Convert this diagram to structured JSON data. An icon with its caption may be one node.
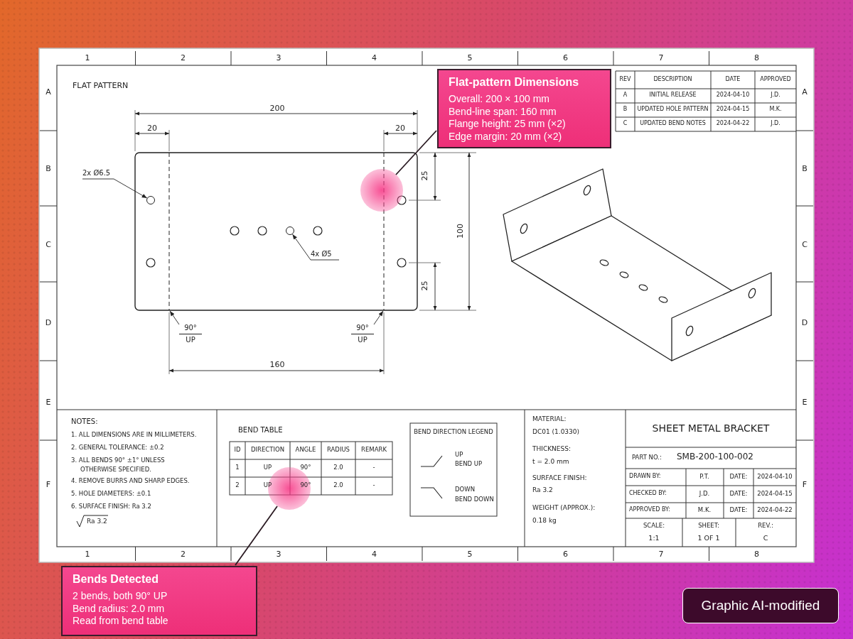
{
  "diagram": {
    "nodes": [
      {
        "text": [
          "Flat-pattern Dimensions",
          "Overall: 200 × 100 mm",
          "Bend-line span: 160 mm",
          "Flange height: 25 mm (×2)",
          "Edge margin: 20 mm (×2)"
        ]
      },
      {
        "text": [],
        "shape": "circle"
      },
      {
        "text": [
          "Bends Detected",
          "2 bends, both 90° UP",
          "Bend radius: 2.0 mm",
          "Read from bend table"
        ]
      },
      {
        "text": [],
        "shape": "circle"
      },
      {
        "text": [
          "2x Ø6.5"
        ]
      },
      {
        "text": [],
        "shape": "circle"
      },
      {
        "text": [
          "4x Ø5"
        ]
      },
      {
        "text": [],
        "shape": "circle"
      },
      {
        "text": [
          "90°",
          "UP"
        ]
      },
      {
        "text": [
          "90°",
          "UP"
        ]
      }
    ],
    "edges": [
      {
        "from": 0,
        "to": 1,
        "arrow": "none"
      },
      {
        "from": 2,
        "to": 3,
        "arrow": "none"
      },
      {
        "from": 4,
        "to": 5,
        "arrow": "to"
      },
      {
        "from": 6,
        "to": 7,
        "arrow": "to"
      },
      {
        "from": 8,
        "to": null,
        "arrow": "to"
      },
      {
        "from": 9,
        "to": null,
        "arrow": "to"
      }
    ],
    "labels": [
      "1",
      "2",
      "3",
      "4",
      "5",
      "6",
      "7",
      "8",
      "A",
      "B",
      "C",
      "D",
      "E",
      "F",
      "A",
      "B",
      "C",
      "D",
      "E",
      "F",
      "FLAT PATTERN",
      "200",
      "20",
      "20",
      "25",
      "100",
      "25",
      "160",
      "REV",
      "DESCRIPTION",
      "DATE",
      "APPROVED",
      "A",
      "INITIAL RELEASE",
      "2024-04-10",
      "J.D.",
      "B",
      "UPDATED HOLE PATTERN",
      "2024-04-15",
      "M.K.",
      "C",
      "UPDATED BEND NOTES",
      "2024-04-22",
      "J.D.",
      "NOTES:",
      "1. ALL DIMENSIONS ARE IN MILLIMETERS.",
      "2. GENERAL TOLERANCE: ±0.2",
      "3. ALL BENDS 90° ±1° UNLESS OTHERWISE SPECIFIED.",
      "4. REMOVE BURRS AND SHARP EDGES.",
      "5. HOLE DIAMETERS: ±0.1",
      "6. SURFACE FINISH: Ra 3.2",
      "Ra 3.2",
      "BEND TABLE",
      "ID",
      "DIRECTION",
      "ANGLE",
      "RADIUS",
      "REMARK",
      "1",
      "UP",
      "90°",
      "2.0",
      "-",
      "2",
      "UP",
      "90°",
      "2.0",
      "-",
      "BEND DIRECTION LEGEND",
      "BEND UP",
      "BEND DOWN",
      "MATERIAL:",
      "DC01 (1.0330)",
      "THICKNESS:",
      "t = 2.0 mm",
      "SURFACE FINISH:",
      "Ra 3.2",
      "WEIGHT (APPROX.):",
      "0.18 kg",
      "SHEET METAL BRACKET",
      "PART NO.:",
      "SMB-200-100-002",
      "DRAWN BY:",
      "P.T.",
      "DATE:",
      "2024-04-10",
      "CHECKED BY:",
      "J.D.",
      "DATE:",
      "2024-04-15",
      "APPROVED BY:",
      "M.K.",
      "DATE:",
      "2024-04-22",
      "SCALE:",
      "1:1",
      "SHEET:",
      "1 OF 1",
      "REV.:",
      "C",
      "1",
      "2",
      "3",
      "4",
      "5",
      "6",
      "7",
      "8",
      "Graphic AI-modified"
    ],
    "legend": [
      {
        "text": "UP"
      },
      {
        "text": "DOWN"
      }
    ]
  }
}
